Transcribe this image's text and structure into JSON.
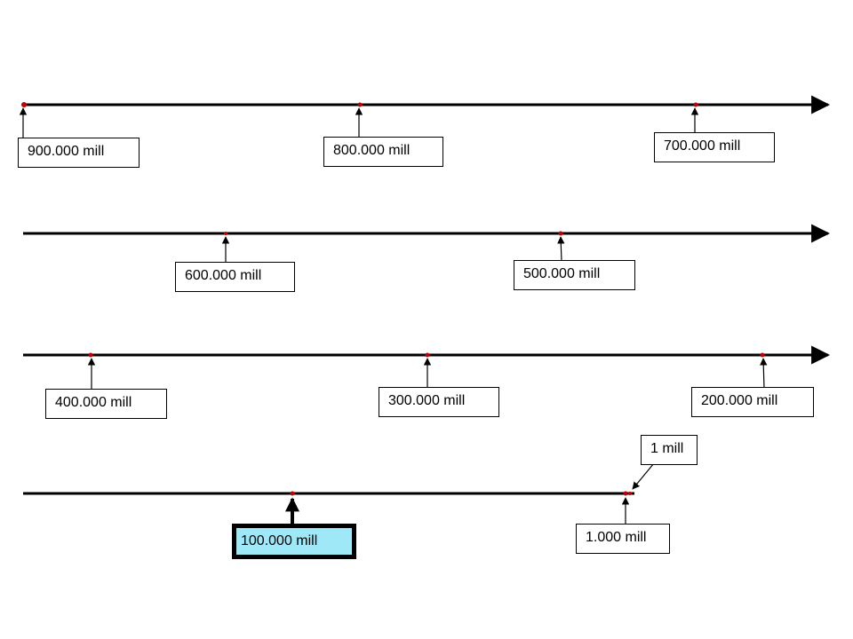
{
  "colors": {
    "line": "#000000",
    "marker": "#c00000",
    "highlight_fill": "#9fe8f8"
  },
  "timelines": [
    {
      "labels": [
        {
          "text": "900.000 mill",
          "highlight": false
        },
        {
          "text": "800.000 mill",
          "highlight": false
        },
        {
          "text": "700.000 mill",
          "highlight": false
        }
      ]
    },
    {
      "labels": [
        {
          "text": "600.000 mill",
          "highlight": false
        },
        {
          "text": "500.000 mill",
          "highlight": false
        }
      ]
    },
    {
      "labels": [
        {
          "text": "400.000 mill",
          "highlight": false
        },
        {
          "text": "300.000 mill",
          "highlight": false
        },
        {
          "text": "200.000 mill",
          "highlight": false
        }
      ]
    },
    {
      "labels": [
        {
          "text": "100.000 mill",
          "highlight": true
        },
        {
          "text": "1.000 mill",
          "highlight": false
        },
        {
          "text": "1 mill",
          "highlight": false
        }
      ]
    }
  ]
}
